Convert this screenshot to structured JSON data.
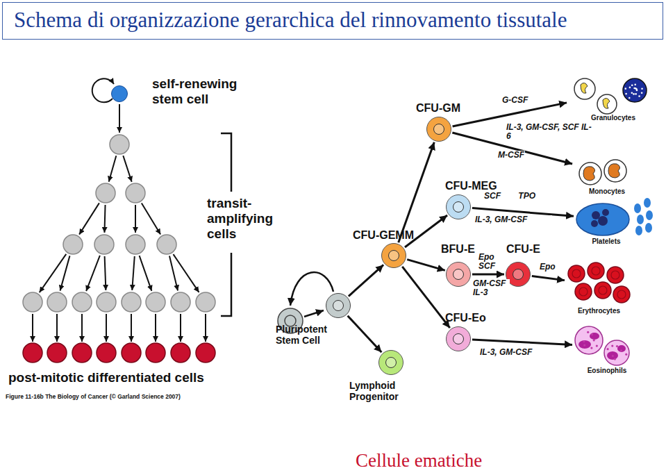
{
  "diagram": {
    "title": "Schema di organizzazione gerarchica del rinnovamento tissutale",
    "caption": "Cellule ematiche",
    "nodes": [
      {
        "text": [
          "self-renewing stem cell"
        ]
      },
      {
        "text": [
          "Pluripotent Stem Cell"
        ]
      },
      {
        "text": [
          "CFU-GEMM"
        ]
      },
      {
        "text": [
          "CFU-GM"
        ]
      },
      {
        "text": [
          "Granulocytes"
        ]
      },
      {
        "text": [
          "Monocytes"
        ]
      },
      {
        "text": [
          "CFU-MEG"
        ]
      },
      {
        "text": [
          "Platelets"
        ]
      },
      {
        "text": [
          "BFU-E"
        ]
      },
      {
        "text": [
          "CFU-E"
        ]
      },
      {
        "text": [
          "Erythrocytes"
        ]
      },
      {
        "text": [
          "CFU-Eo"
        ]
      },
      {
        "text": [
          "Eosinophils"
        ]
      },
      {
        "text": [
          "Lymphoid Progenitor"
        ]
      }
    ],
    "edges": [
      {
        "from": 1,
        "to": 2,
        "arrow": "to"
      },
      {
        "from": 1,
        "to": 13,
        "arrow": "to"
      },
      {
        "from": 2,
        "to": 3,
        "arrow": "to"
      },
      {
        "from": 2,
        "to": 6,
        "arrow": "to"
      },
      {
        "from": 2,
        "to": 8,
        "arrow": "to"
      },
      {
        "from": 2,
        "to": 11,
        "arrow": "to"
      },
      {
        "from": 3,
        "to": 4,
        "label": "G-CSF",
        "arrow": "to"
      },
      {
        "from": 3,
        "to": 5,
        "label": "M-CSF",
        "arrow": "to"
      },
      {
        "from": 6,
        "to": 7,
        "label": "SCF TPO",
        "arrow": "to"
      },
      {
        "from": 8,
        "to": 9,
        "label": "Epo SCF",
        "arrow": "to"
      },
      {
        "from": 9,
        "to": 10,
        "label": "Epo",
        "arrow": "to"
      },
      {
        "from": 11,
        "to": 12,
        "label": "IL-3, GM-CSF",
        "arrow": "to"
      }
    ],
    "labels": [
      "transit-amplifying cells",
      "post-mitotic differentiated cells",
      "Figure 11-16b The Biology of Cancer (© Garland Science 2007)",
      "IL-3, GM-CSF, SCF IL-6",
      "IL-3, GM-CSF",
      "GM-CSF IL-3"
    ]
  }
}
